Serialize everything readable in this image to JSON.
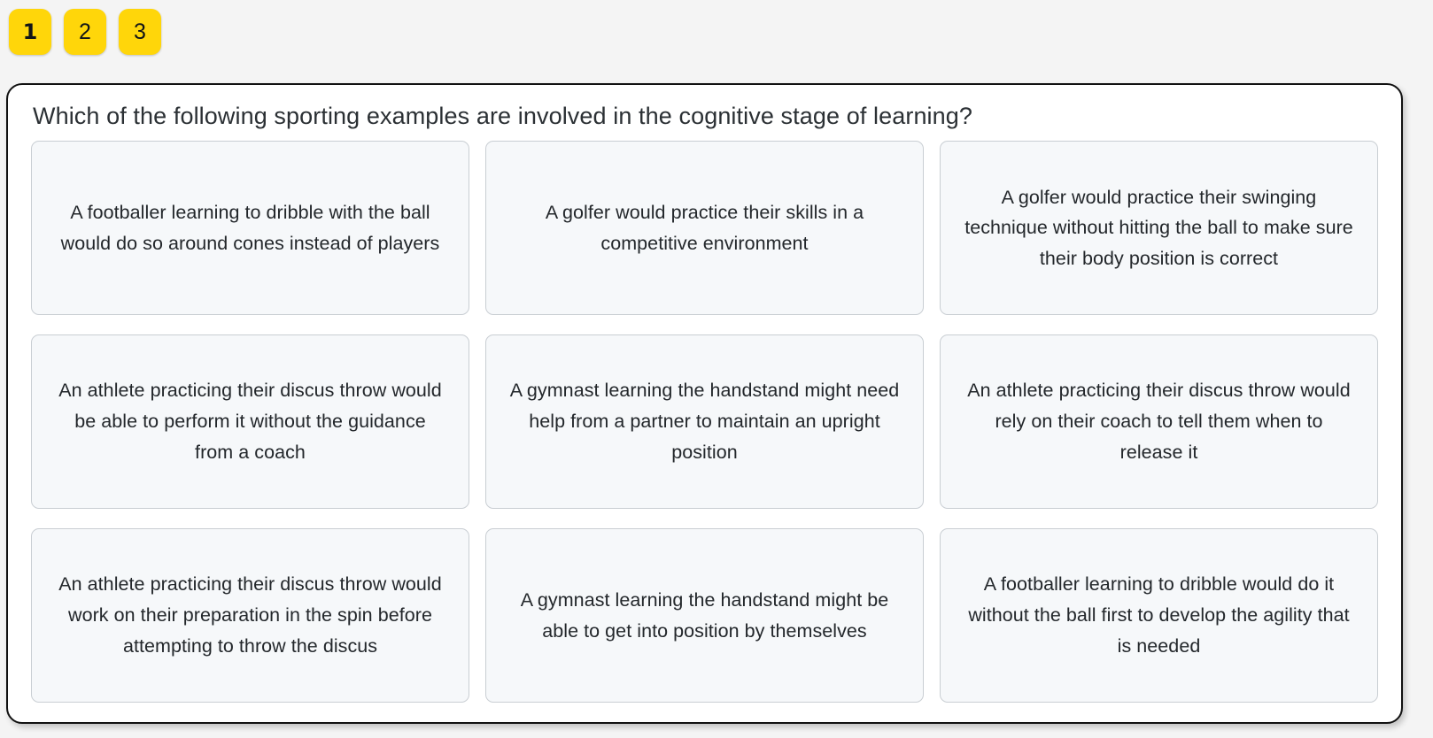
{
  "tabs": {
    "items": [
      {
        "label": "1",
        "active": true
      },
      {
        "label": "2",
        "active": false
      },
      {
        "label": "3",
        "active": false
      }
    ]
  },
  "quiz": {
    "question": "Which of the following sporting examples are involved in the cognitive stage of learning?",
    "options": [
      "A footballer learning to dribble with the ball would do so around cones instead of players",
      "A golfer would practice their skills in a competitive environment",
      "A golfer would practice their swinging technique without hitting the ball to make sure their body position is correct",
      "An athlete practicing their discus throw would be able to perform it without the guidance from a coach",
      "A gymnast learning the handstand might need help from a partner to maintain an upright position",
      "An athlete practicing their discus throw would rely on their coach to tell them when to release it",
      "An athlete practicing their discus throw would work on their preparation in the spin before attempting to throw the discus",
      "A gymnast learning the handstand might be able to get into position by themselves",
      "A footballer learning to dribble would do it without the ball first to develop the agility that is needed"
    ]
  },
  "colors": {
    "tab_background": "#ffd60a",
    "page_background": "#f4f4f4",
    "panel_border": "#111111",
    "card_background": "#f6f8fa",
    "card_border": "#c9ced3",
    "text": "#23272b"
  }
}
